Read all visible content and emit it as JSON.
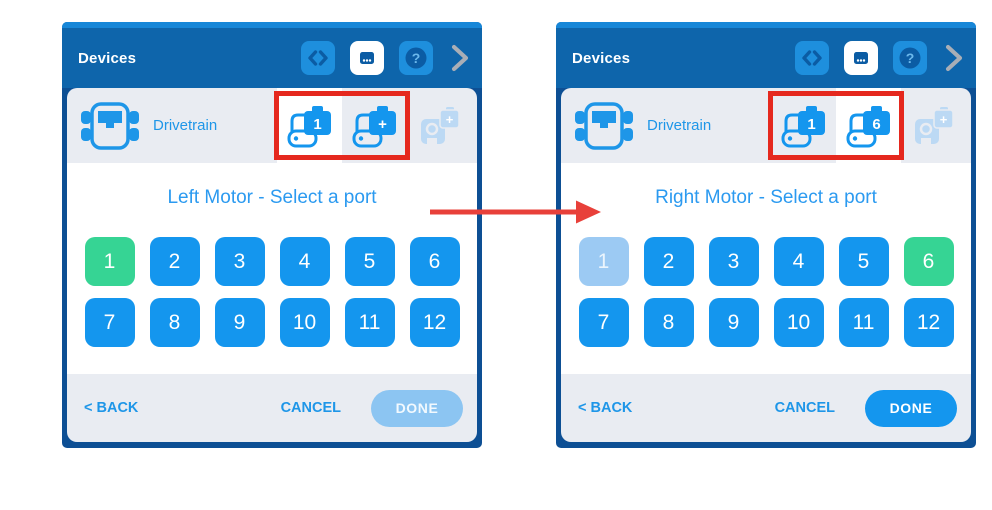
{
  "colors": {
    "panel_border": "#0d4f94",
    "top_strip": "#1787d8",
    "header_bar": "#0e65ab",
    "accent_blue": "#1e96e8",
    "port_blue": "#1496ee",
    "port_green": "#36d494",
    "port_disabled": "#9ccaf3",
    "highlight_red": "#e5281e",
    "arrow_red": "#e8403a"
  },
  "icons": {
    "code": "code-icon",
    "device_port": "device-port-icon",
    "help": "help-icon",
    "next": "chevron-right-icon",
    "drivetrain": "drivetrain-icon",
    "motor": "motor-icon",
    "gyro": "gyro-plus-icon"
  },
  "panels": [
    {
      "header": {
        "title": "Devices"
      },
      "device_row": {
        "label": "Drivetrain",
        "slots": [
          {
            "badge": "1",
            "tile": "tile-selected"
          },
          {
            "badge": "+",
            "tile": "tile-normal"
          }
        ],
        "extra_badge": "+"
      },
      "prompt": "Left Motor - Select a port",
      "ports": [
        {
          "n": "1",
          "state": "selected"
        },
        {
          "n": "2",
          "state": "normal"
        },
        {
          "n": "3",
          "state": "normal"
        },
        {
          "n": "4",
          "state": "normal"
        },
        {
          "n": "5",
          "state": "normal"
        },
        {
          "n": "6",
          "state": "normal"
        },
        {
          "n": "7",
          "state": "normal"
        },
        {
          "n": "8",
          "state": "normal"
        },
        {
          "n": "9",
          "state": "normal"
        },
        {
          "n": "10",
          "state": "normal"
        },
        {
          "n": "11",
          "state": "normal"
        },
        {
          "n": "12",
          "state": "normal"
        }
      ],
      "footer": {
        "back": "< BACK",
        "cancel": "CANCEL",
        "done": "DONE",
        "done_state": "done-disabled"
      }
    },
    {
      "header": {
        "title": "Devices"
      },
      "device_row": {
        "label": "Drivetrain",
        "slots": [
          {
            "badge": "1",
            "tile": "tile-normal"
          },
          {
            "badge": "6",
            "tile": "tile-selected"
          }
        ],
        "extra_badge": "+"
      },
      "prompt": "Right Motor - Select a port",
      "ports": [
        {
          "n": "1",
          "state": "disabled"
        },
        {
          "n": "2",
          "state": "normal"
        },
        {
          "n": "3",
          "state": "normal"
        },
        {
          "n": "4",
          "state": "normal"
        },
        {
          "n": "5",
          "state": "normal"
        },
        {
          "n": "6",
          "state": "selected"
        },
        {
          "n": "7",
          "state": "normal"
        },
        {
          "n": "8",
          "state": "normal"
        },
        {
          "n": "9",
          "state": "normal"
        },
        {
          "n": "10",
          "state": "normal"
        },
        {
          "n": "11",
          "state": "normal"
        },
        {
          "n": "12",
          "state": "normal"
        }
      ],
      "footer": {
        "back": "< BACK",
        "cancel": "CANCEL",
        "done": "DONE",
        "done_state": "done-enabled"
      }
    }
  ]
}
